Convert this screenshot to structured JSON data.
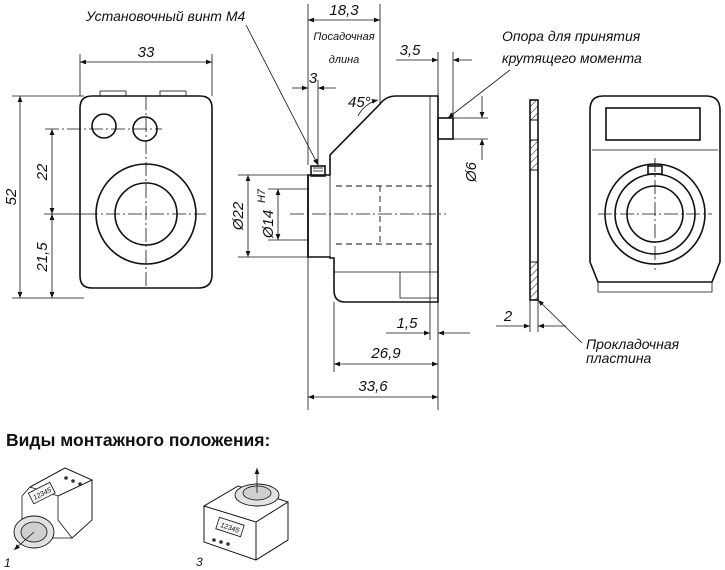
{
  "labels": {
    "set_screw": "Установочный винт М4",
    "fit_length_1": "Посадочная",
    "fit_length_2": "длина",
    "torque_support_1": "Опора для принятия",
    "torque_support_2": "крутящего момента",
    "spacer_1": "Прокладочная",
    "spacer_2": "пластина"
  },
  "dimensions": {
    "width": "33",
    "height": "52",
    "upper_offset": "22",
    "lower_offset": "21,5",
    "fit_length": "18,3",
    "screw_pos": "3",
    "angle": "45°",
    "support_width": "3,5",
    "support_dia": "Ø6",
    "bore_outer": "Ø22",
    "bore_inner": "Ø14",
    "bore_tol": "H7",
    "step": "1,5",
    "body_depth": "26,9",
    "total_depth": "33,6",
    "spacer_thk": "2"
  },
  "mounting": {
    "heading": "Виды монтажного положения:",
    "views": [
      {
        "number": "1",
        "display": "12345"
      },
      {
        "number": "3",
        "display": "12345"
      }
    ]
  }
}
